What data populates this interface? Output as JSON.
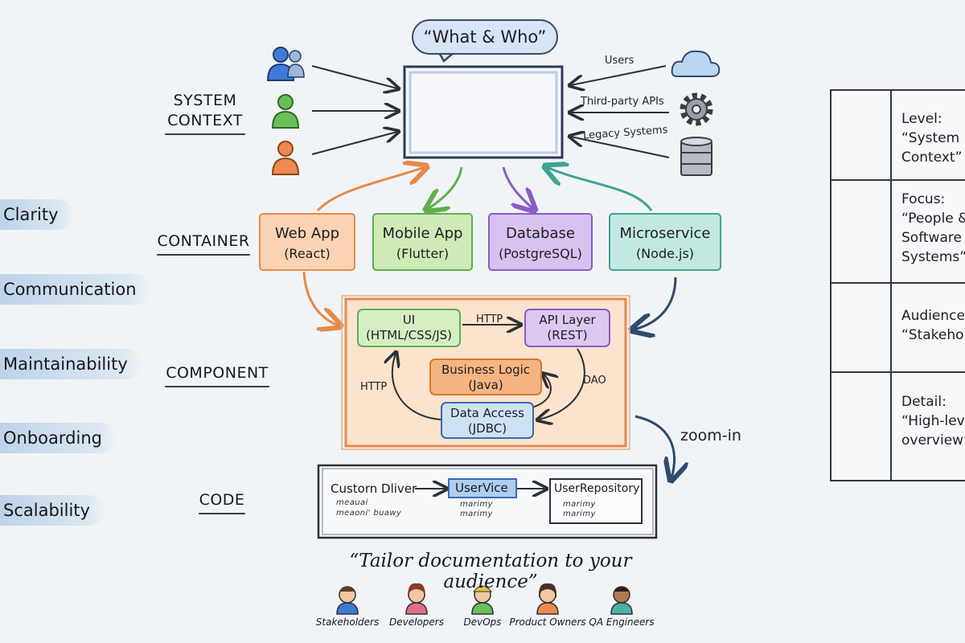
{
  "bubble": "“What & Who”",
  "benefits": [
    "Clarity",
    "Communication",
    "Maintainability",
    "Onboarding",
    "Scalability"
  ],
  "levels": {
    "system_context": [
      "SYSTEM",
      "CONTEXT"
    ],
    "container": "CONTAINER",
    "component": "COMPONENT",
    "code": "CODE"
  },
  "external_systems": [
    "Users",
    "Third-party APIs",
    "Legacy Systems"
  ],
  "containers": [
    {
      "name": "Web App",
      "tech": "(React)"
    },
    {
      "name": "Mobile App",
      "tech": "(Flutter)"
    },
    {
      "name": "Database",
      "tech": "(PostgreSQL)"
    },
    {
      "name": "Microservice",
      "tech": "(Node.js)"
    }
  ],
  "components": {
    "ui": {
      "name": "UI",
      "tech": "(HTML/CSS/JS)"
    },
    "api": {
      "name": "API Layer",
      "tech": "(REST)"
    },
    "logic": {
      "name": "Business Logic",
      "tech": "(Java)"
    },
    "data": {
      "name": "Data Access",
      "tech": "(JDBC)"
    },
    "edges": {
      "http_top": "HTTP",
      "http_left": "HTTP",
      "dao": "DAO"
    }
  },
  "zoom_label": "zoom-in",
  "code": {
    "driver": "Custorn Dliver",
    "driver_scribbles": [
      "meauai",
      "meaoni' buawy"
    ],
    "service": "UserVice",
    "service_scribbles": [
      "marimy",
      "marimy"
    ],
    "repo": "UserRepository",
    "repo_scribbles": [
      "marimy",
      "marimy"
    ]
  },
  "legend": [
    {
      "icon": "person-icon",
      "lines": [
        "Level:",
        "“System",
        "Context”"
      ]
    },
    {
      "icon": "chat-icon",
      "lines": [
        "Focus:",
        "“People &",
        "Software",
        "Systems”"
      ]
    },
    {
      "icon": "gear-icon",
      "lines": [
        "Audience:",
        "“Stakeholders"
      ]
    },
    {
      "icon": "magnifier-icon",
      "lines": [
        "Detail:",
        "“High-level",
        "overview”"
      ]
    }
  ],
  "quote": "“Tailor documentation to your audience”",
  "audiences": [
    "Stakeholders",
    "Developers",
    "DevOps",
    "Product Owners",
    "QA Engineers"
  ],
  "colors": {
    "blue": "#3f7bd6",
    "green": "#6bbf59",
    "orange": "#ee8a4e",
    "purple": "#9b6ad0",
    "teal": "#4bb3a8"
  }
}
